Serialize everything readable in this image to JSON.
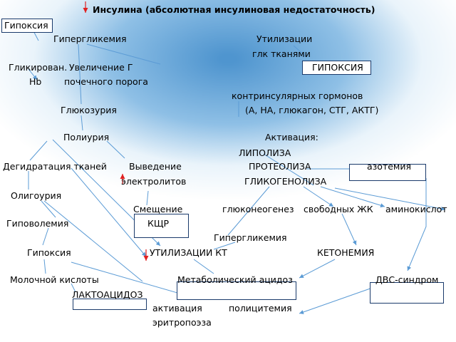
{
  "nodes": {
    "insulin": "Инсулина  (абсолютная инсулиновая недостаточность)",
    "hypoxia_top": "Гипоксия",
    "hyperglycemia_1": "Гипергликемия",
    "utilization": "Утилизации",
    "glk_tissues": "глк тканями",
    "glycated": "Гликирован.",
    "increase_g": "Увеличение  Г",
    "hypoxia_caps": "ГИПОКСИЯ",
    "hb": "Hb",
    "renal_threshold": "почечного порога",
    "contrainsular": "контринсулярных гормонов",
    "glucosuria": "Глюкозурия",
    "hormones": "(А, НА, глюкагон, СТГ, АКТГ)",
    "polyuria": "Полиурия",
    "activation": "Активация:",
    "lipolysis": "ЛИПОЛИЗА",
    "dehydration": "Дегидратация тканей",
    "excretion": "Выведение",
    "proteolysis": "ПРОТЕОЛИЗА",
    "azotemia": "азотемия",
    "electrolytes": "электролитов",
    "glycogenolysis": "ГЛИКОГЕНОЛИЗА",
    "oliguria": "Олигоурия",
    "shift": "Смещение",
    "gluconeogenesis": "глюконеогенез",
    "free_fa": "свободных ЖК",
    "amino_acids": "аминокислот",
    "hypovolemia": "Гиповолемия",
    "kshr": "КЩР",
    "hyperglycemia_2": "Гипергликемия",
    "hypoxia_2": "Гипоксия",
    "kt_utilization": "УТИЛИЗАЦИИ КТ",
    "ketonemia": "КЕТОНЕМИЯ",
    "lactic": "Молочной кислоты",
    "metabolic_acidosis": "Метаболический ацидоз",
    "dic": "ДВС-синдром",
    "lactoacidosis": "ЛАКТОАЦИДОЗ",
    "activation_2": "активация",
    "polycythemia": "полицитемия",
    "erythropoiesis": "эритропоэза"
  },
  "colors": {
    "background": "#ffffff",
    "gradient_blue": "#4f95cf",
    "gradient_light": "#eaf4fb",
    "line": "#5b9bd5",
    "red_arrow": "#e02020",
    "box_border": "#1a3a6b"
  }
}
